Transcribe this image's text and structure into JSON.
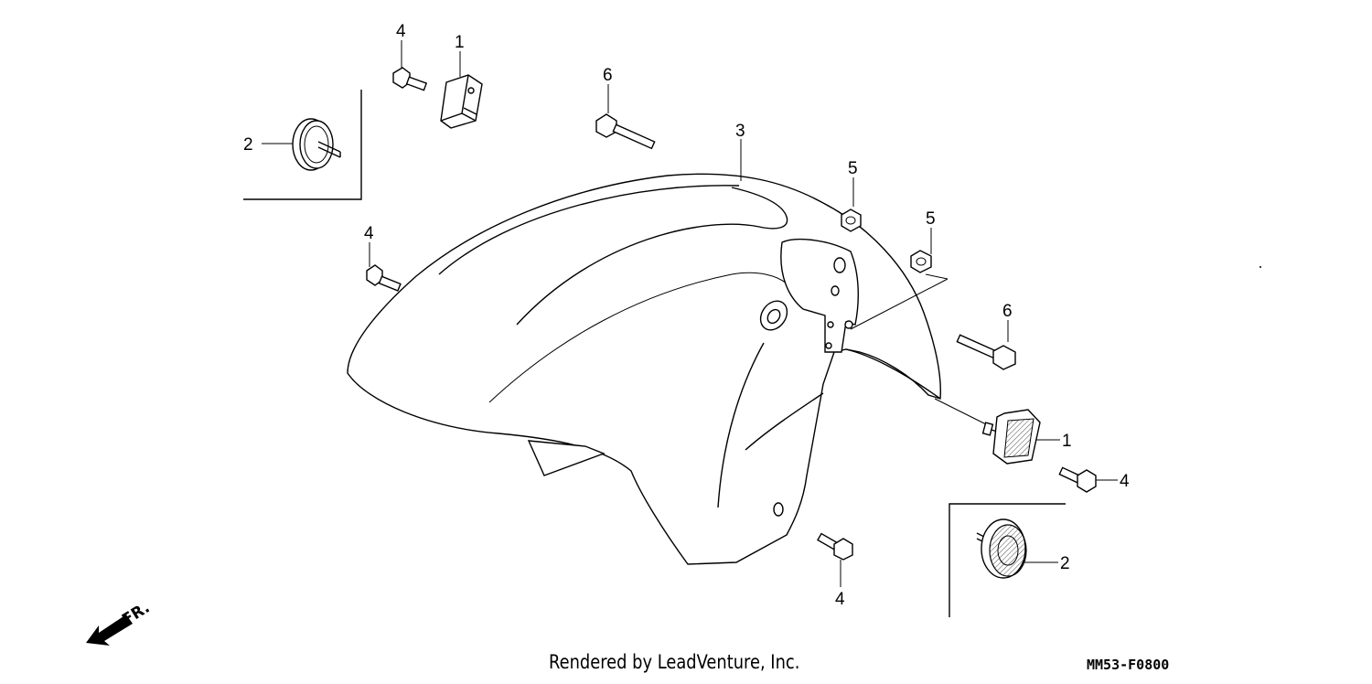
{
  "diagram": {
    "callouts": {
      "reflector_top": "1",
      "reflector_right": "1",
      "reflector_round_left": "2",
      "reflector_round_right": "2",
      "fender": "3",
      "bolt_top_left": "4",
      "bolt_left": "4",
      "bolt_right": "4",
      "bolt_bottom": "4",
      "nut_upper": "5",
      "nut_right": "5",
      "bolt_long_top": "6",
      "bolt_long_right": "6"
    },
    "direction_label": "FR.",
    "icons": [
      "front-direction-arrow-icon"
    ]
  },
  "footer": {
    "credit": "Rendered by LeadVenture, Inc.",
    "code": "MM53-F0800"
  }
}
